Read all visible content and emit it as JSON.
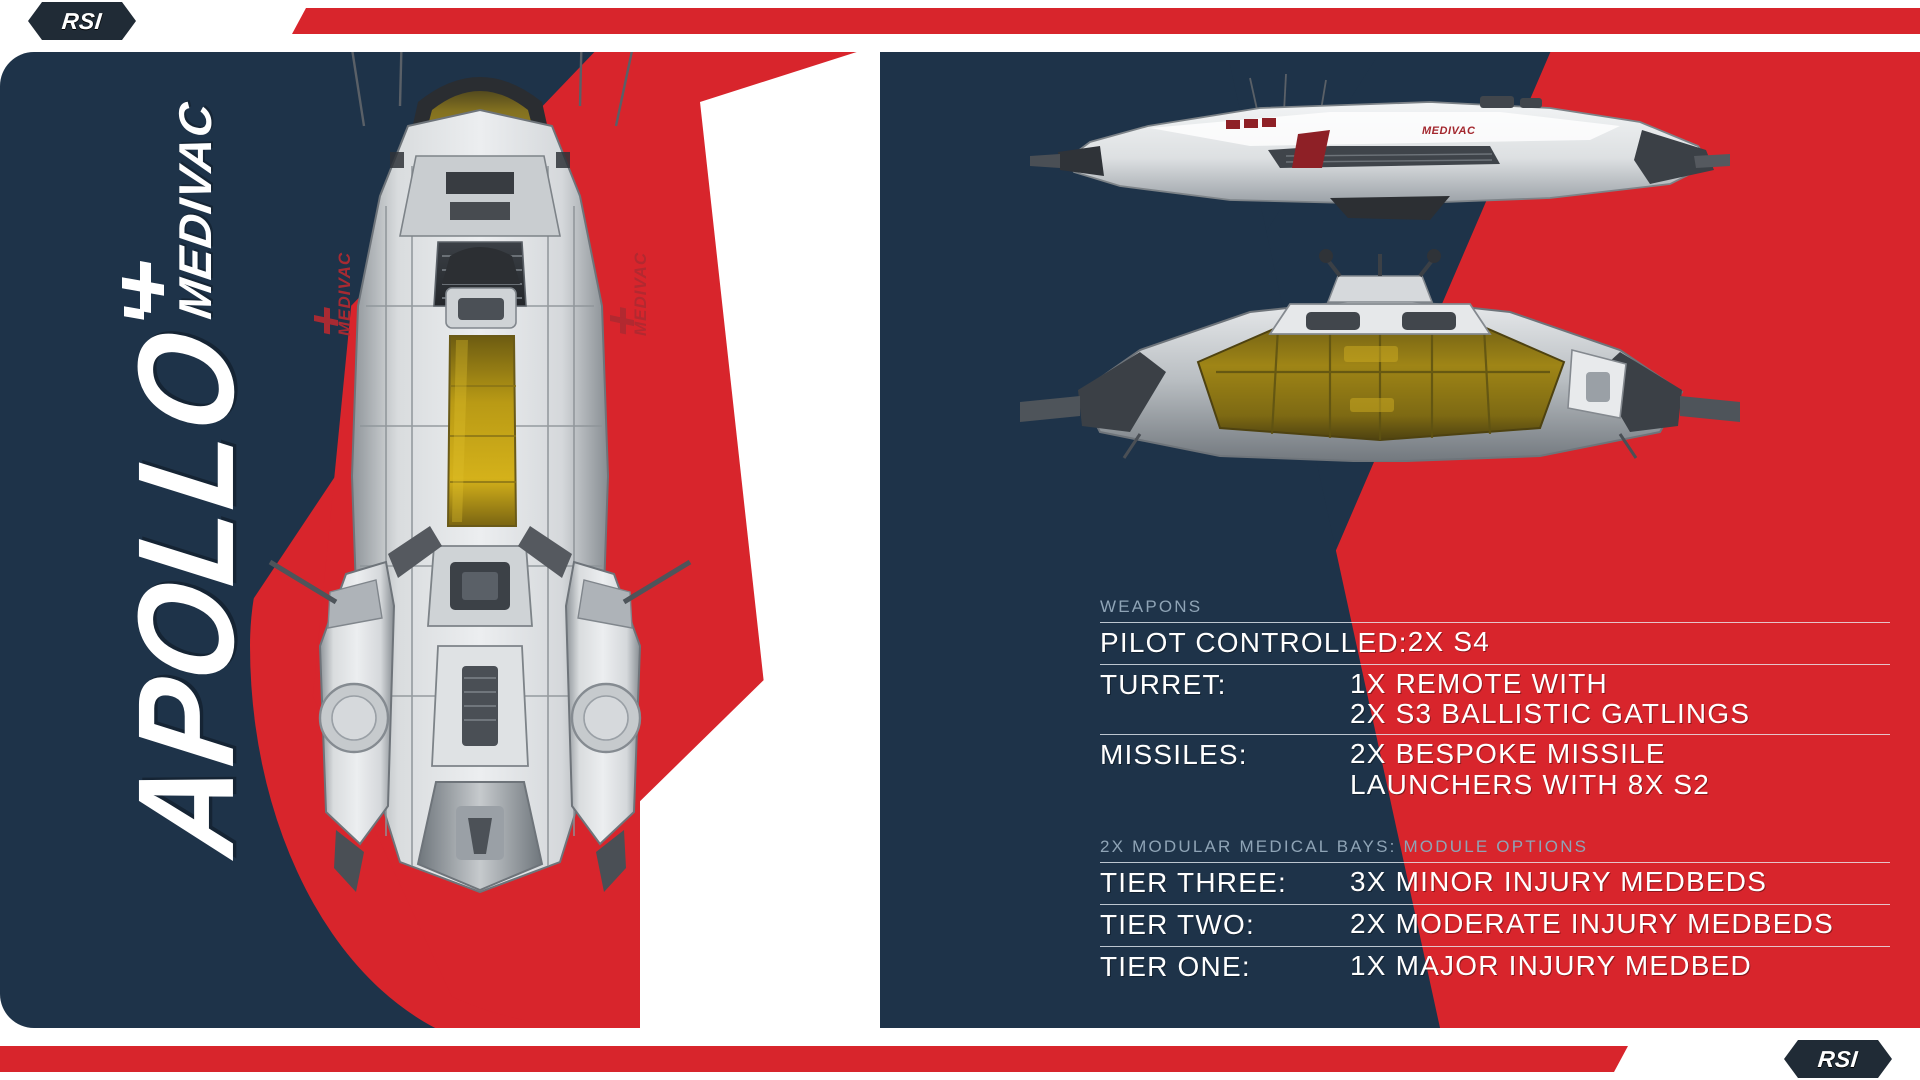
{
  "brand": {
    "logo_text": "RSI",
    "logo_top_name": "rsi-logo-top-left",
    "logo_bottom_name": "rsi-logo-bottom-right"
  },
  "title": {
    "main": "APOLLO",
    "sub": "MEDIVAC",
    "cross_icon": "medical-cross-icon"
  },
  "ships": {
    "main_view": "apollo-top-view",
    "side_view": "apollo-side-view",
    "front_view": "apollo-front-view",
    "decal": "MEDIVAC"
  },
  "colors": {
    "navy": "#1e3349",
    "red": "#d8252c",
    "white": "#ffffff",
    "muted": "#8fa4b6"
  },
  "specs": {
    "weapons": {
      "header": "WEAPONS",
      "rows": [
        {
          "key": "PILOT CONTROLLED:",
          "values": [
            "2X S4"
          ]
        },
        {
          "key": "TURRET:",
          "values": [
            "1X REMOTE WITH",
            "2X S3 BALLISTIC GATLINGS"
          ]
        },
        {
          "key": "MISSILES:",
          "values": [
            "2X BESPOKE MISSILE",
            "LAUNCHERS WITH 8X S2"
          ]
        }
      ]
    },
    "medical": {
      "header": "2X MODULAR MEDICAL BAYS: MODULE OPTIONS",
      "rows": [
        {
          "key": "TIER THREE:",
          "values": [
            "3X MINOR INJURY MEDBEDS"
          ]
        },
        {
          "key": "TIER TWO:",
          "values": [
            "2X MODERATE INJURY MEDBEDS"
          ]
        },
        {
          "key": "TIER ONE:",
          "values": [
            "1X MAJOR INJURY MEDBED"
          ]
        }
      ]
    }
  }
}
